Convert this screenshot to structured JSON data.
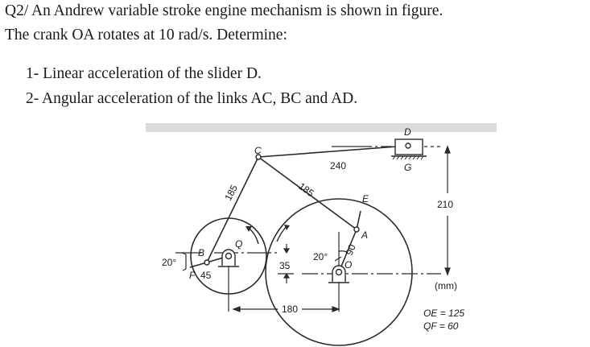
{
  "question": {
    "line1": "Q2/ An Andrew variable stroke engine mechanism is shown in figure.",
    "line2": "The crank OA rotates at 10 rad/s. Determine:",
    "items": [
      "1- Linear acceleration of the slider D.",
      "2- Angular acceleration of the links AC, BC and AD."
    ]
  },
  "figure": {
    "points": {
      "A": "A",
      "B": "B",
      "C": "C",
      "D": "D",
      "E": "E",
      "F": "F",
      "G": "G",
      "O": "O",
      "Q": "Q"
    },
    "dimensions": {
      "BC": "185",
      "AC": "185",
      "CD": "240",
      "OA": "90",
      "QB": "45",
      "vertical_offset": "35",
      "horizontal_offset": "180",
      "height_D": "210",
      "angle_OA": "20°",
      "angle_QB": "20°"
    },
    "units": "(mm)",
    "notes": [
      "OE = 125",
      "QF = 60"
    ]
  }
}
